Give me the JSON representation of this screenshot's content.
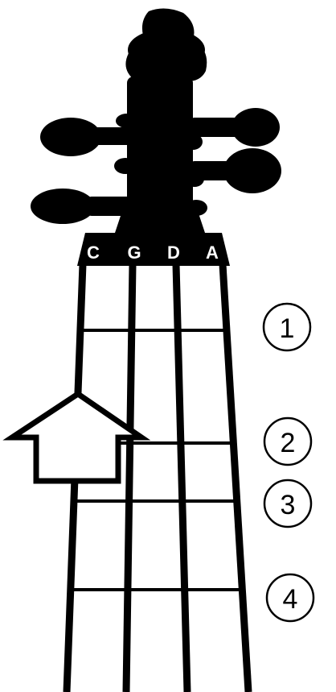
{
  "strings": [
    "C",
    "G",
    "D",
    "A"
  ],
  "finger_positions": [
    "1",
    "2",
    "3",
    "4"
  ],
  "colors": {
    "ink": "#000000",
    "background": "#ffffff"
  }
}
